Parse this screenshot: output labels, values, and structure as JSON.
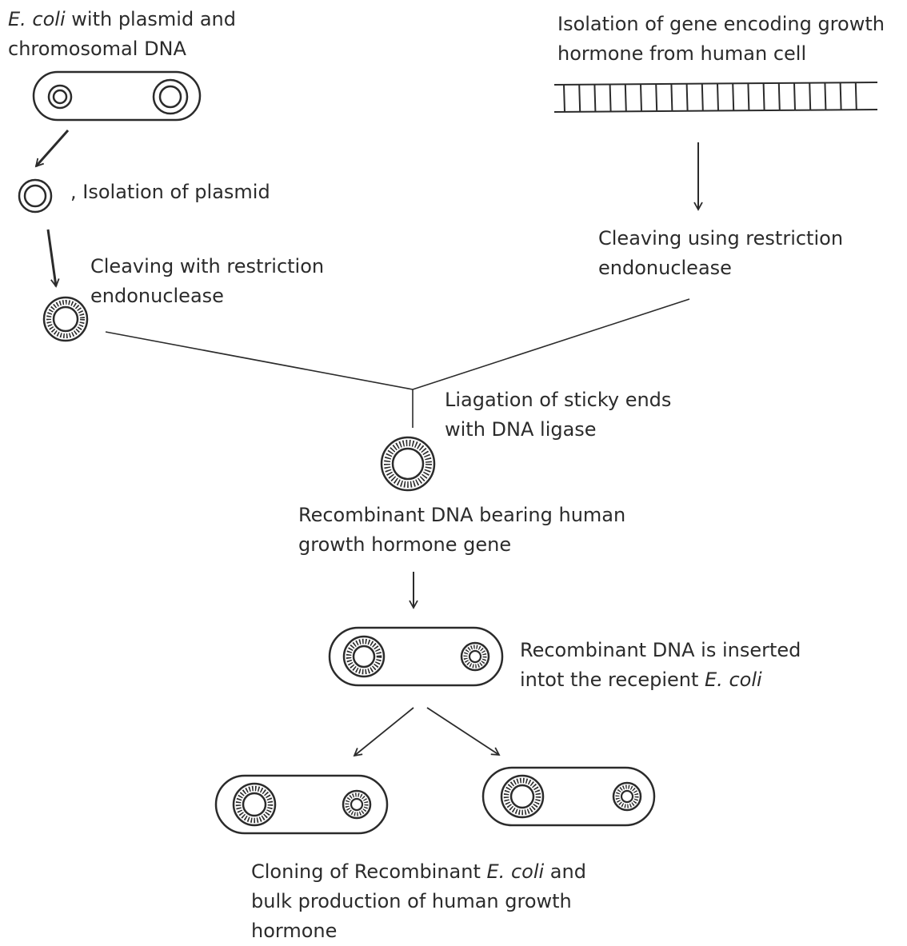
{
  "labels": {
    "ecoli_source": {
      "italic": "E. coli",
      "rest": " with plasmid and",
      "line2": "chromosomal DNA"
    },
    "gene_isolation": {
      "line1": "Isolation of gene encoding growth",
      "line2": "hormone from human cell"
    },
    "plasmid_isolation": {
      "mark": ",",
      "text": "Isolation of plasmid"
    },
    "cleave_plasmid": {
      "line1": "Cleaving with restriction",
      "line2": "endonuclease"
    },
    "cleave_gene": {
      "line1": "Cleaving using restriction",
      "line2": "endonuclease"
    },
    "ligation": {
      "line1": "Liagation of sticky ends",
      "line2": "with DNA ligase"
    },
    "recombinant_dna": {
      "line1": "Recombinant DNA bearing human",
      "line2": "growth hormone gene"
    },
    "insertion": {
      "line1": "Recombinant DNA is inserted",
      "line2_prefix": "intot the recepient ",
      "line2_italic": "E. coli"
    },
    "cloning": {
      "line1_prefix": "Cloning of Recombinant ",
      "line1_italic": "E. coli",
      "line1_suffix": " and",
      "line2": "bulk production of human growth",
      "line3": "hormone"
    }
  },
  "colors": {
    "ink": "#2b2b2b",
    "background": "#ffffff"
  }
}
